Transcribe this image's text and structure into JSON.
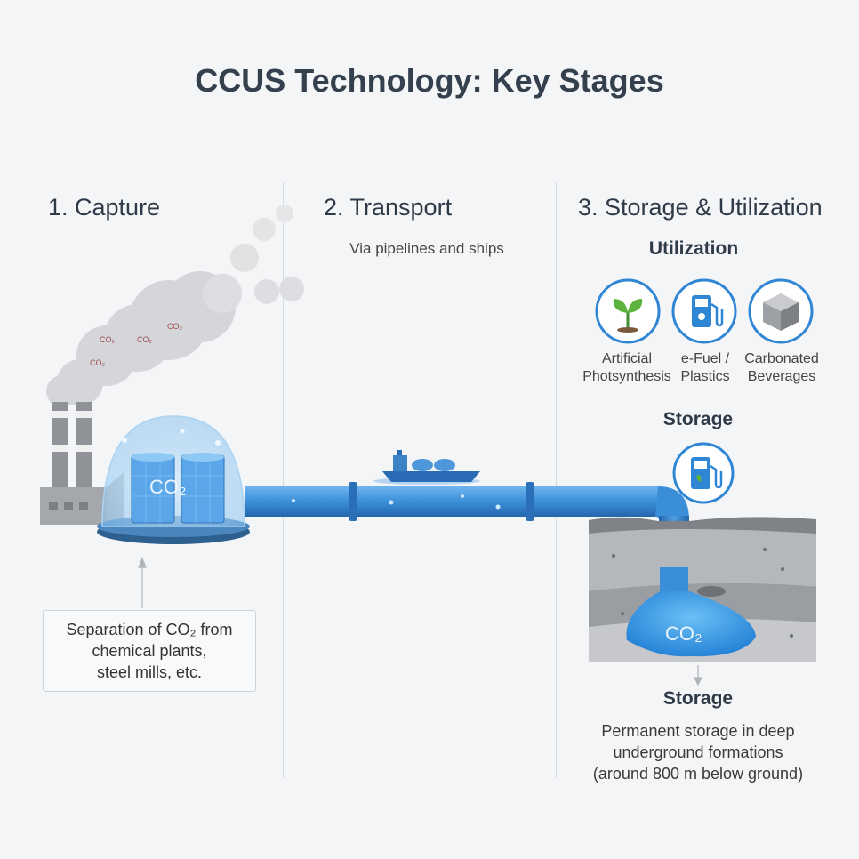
{
  "title": "CCUS Technology: Key Stages",
  "stages": {
    "capture": {
      "heading": "1. Capture",
      "note_lines": [
        "Separation of CO₂ from",
        "chemical plants,",
        "steel mills, etc."
      ],
      "smoke_labels": [
        "CO₂",
        "CO₂",
        "CO₂",
        "CO₂"
      ],
      "dome_label": "CO₂"
    },
    "transport": {
      "heading": "2. Transport",
      "subtitle": "Via pipelines and ships"
    },
    "storage": {
      "heading": "3. Storage & Utilization",
      "utilization_title": "Utilization",
      "utilization_items": [
        {
          "icon": "plant-sprout-icon",
          "line1": "Artificial",
          "line2": "Photsynthesis"
        },
        {
          "icon": "fuel-pump-icon",
          "line1": "e-Fuel /",
          "line2": "Plastics"
        },
        {
          "icon": "cube-icon",
          "line1": "Carbonated",
          "line2": "Beverages"
        }
      ],
      "storage_title_top": "Storage",
      "underground_label": "CO₂",
      "storage_title_bottom": "Storage",
      "storage_desc_lines": [
        "Permanent storage in deep",
        "underground formations",
        "(around 800 m below ground)"
      ]
    }
  },
  "colors": {
    "pipe": "#3b8fd9",
    "pipe_dark": "#2a73bd",
    "accent_ring": "#2f86d4",
    "text": "#2e3a47"
  }
}
